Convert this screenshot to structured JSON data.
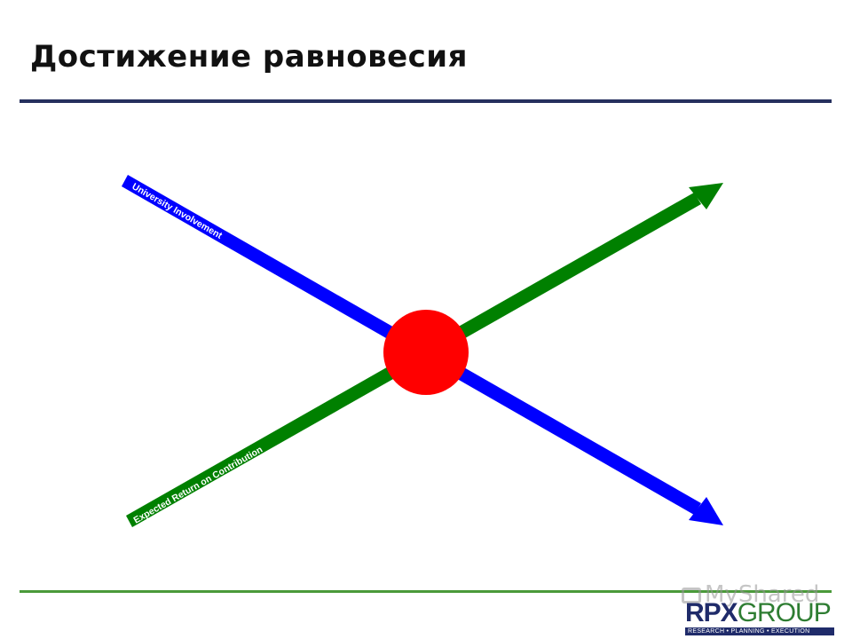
{
  "title": "Достижение равновесия",
  "diagram": {
    "blue_arrow_label": "University Involvement",
    "green_arrow_label": "Expected Return on Contribution",
    "colors": {
      "blue_arrow": "#0000ff",
      "green_arrow": "#008000",
      "equilibrium_point": "#ff0000",
      "label_text": "#ffffff",
      "top_rule": "#26305e",
      "bottom_rule": "#4a9a3a"
    }
  },
  "watermark": {
    "text": "MyShared",
    "icon": "slideshow-icon"
  },
  "logo": {
    "rpx": "RPX",
    "group": "GROUP",
    "tagline": "RESEARCH • PLANNING • EXECUTION"
  }
}
